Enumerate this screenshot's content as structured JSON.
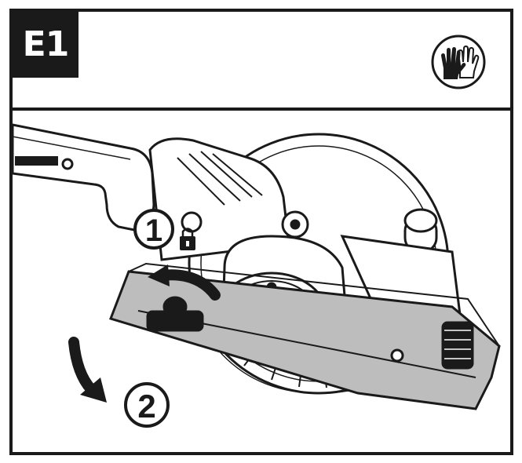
{
  "header": {
    "step_label": "E1",
    "icon": "gloves-icon"
  },
  "callouts": [
    {
      "number": "1"
    },
    {
      "number": "2"
    }
  ],
  "colors": {
    "ink": "#1a1a1a",
    "paper": "#ffffff",
    "shade": "#bdbdbd"
  }
}
